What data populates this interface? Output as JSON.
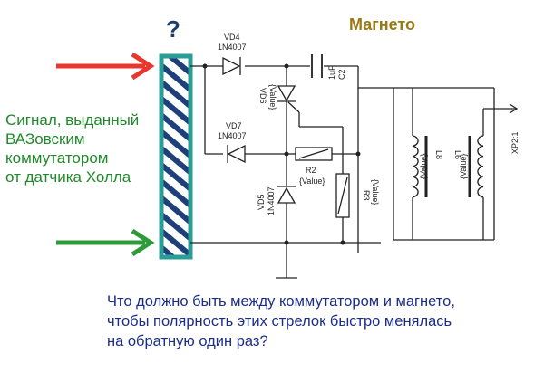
{
  "question_mark": "?",
  "title": "Магнето",
  "signal_label": [
    "Сигнал, выданный",
    "ВАЗовским",
    "коммутатором",
    "от датчика Холла"
  ],
  "question": [
    "Что должно быть между коммутатором и магнето,",
    "чтобы полярность этих стрелок быстро менялась",
    "на обратную один раз?"
  ],
  "components": {
    "vd4": {
      "ref": "VD4",
      "part": "1N4007"
    },
    "vd7": {
      "ref": "VD7",
      "part": "1N4007"
    },
    "vd5": {
      "ref": "VD5",
      "part": "1N4007"
    },
    "vd6": {
      "ref": "VD6",
      "value": "{Value}"
    },
    "c2": {
      "ref": "C2",
      "value": "1uF"
    },
    "r2": {
      "ref": "R2",
      "value": "{Value}"
    },
    "r3": {
      "ref": "R3",
      "value": "{Value}"
    },
    "l8": {
      "ref": "L8",
      "value": "{Value}"
    },
    "l6": {
      "ref": "L6",
      "value": "{Value}"
    },
    "xp2": {
      "ref": "XP2:1"
    }
  },
  "colors": {
    "arrow_top": "#e8372e",
    "arrow_bottom": "#2f9a3a",
    "box_fill": "#2a9d96",
    "box_stripe": "#1e3f7a",
    "signal_text": "#1f8a2a",
    "title_text": "#9a7a12",
    "question_text": "#1b2d8a"
  }
}
